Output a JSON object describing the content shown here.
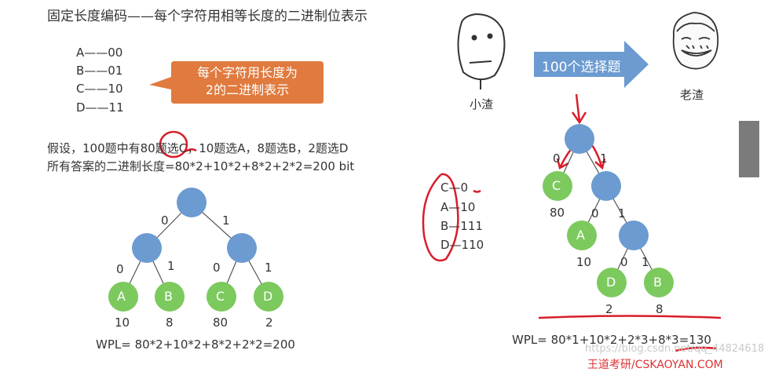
{
  "heading": "固定长度编码——每个字符用相等长度的二进制位表示",
  "fixed_codes": [
    "A——00",
    "B——01",
    "C——10",
    "D——11"
  ],
  "callout": {
    "line1": "每个字符用长度为",
    "line2": "2的二进制表示"
  },
  "assumption": {
    "line1": "假设，100题中有80题选C，10题选A，8题选B，2题选D",
    "line2": "所有答案的二进制长度=80*2+10*2+8*2+2*2=200 bit"
  },
  "left_tree": {
    "edge_labels": [
      "0",
      "1",
      "0",
      "1",
      "0",
      "1"
    ],
    "leaves": [
      {
        "label": "A",
        "weight": "10"
      },
      {
        "label": "B",
        "weight": "8"
      },
      {
        "label": "C",
        "weight": "80"
      },
      {
        "label": "D",
        "weight": "2"
      }
    ],
    "wpl": "WPL= 80*2+10*2+8*2+2*2=200"
  },
  "story": {
    "left_person": "小渣",
    "arrow_text": "100个选择题",
    "right_person": "老渣"
  },
  "var_codes": [
    "C—0",
    "A—10",
    "B—111",
    "D—110"
  ],
  "right_tree": {
    "edge_labels": [
      "0",
      "1",
      "0",
      "1",
      "0",
      "1"
    ],
    "leaves": [
      {
        "label": "C",
        "weight": "80"
      },
      {
        "label": "A",
        "weight": "10"
      },
      {
        "label": "D",
        "weight": "2"
      },
      {
        "label": "B",
        "weight": "8"
      }
    ],
    "wpl": "WPL= 80*1+10*2+2*3+8*3=130"
  },
  "watermark": "https://blog.csdn.net/qq_44824618",
  "bottom_url": "王道考研/CSKAOYAN.COM",
  "colors": {
    "internal": "#6b9bd1",
    "leaf": "#7cc95e",
    "callout": "#e07a3e",
    "arrow": "#6b9bd1",
    "annotation": "#d81e2a"
  }
}
